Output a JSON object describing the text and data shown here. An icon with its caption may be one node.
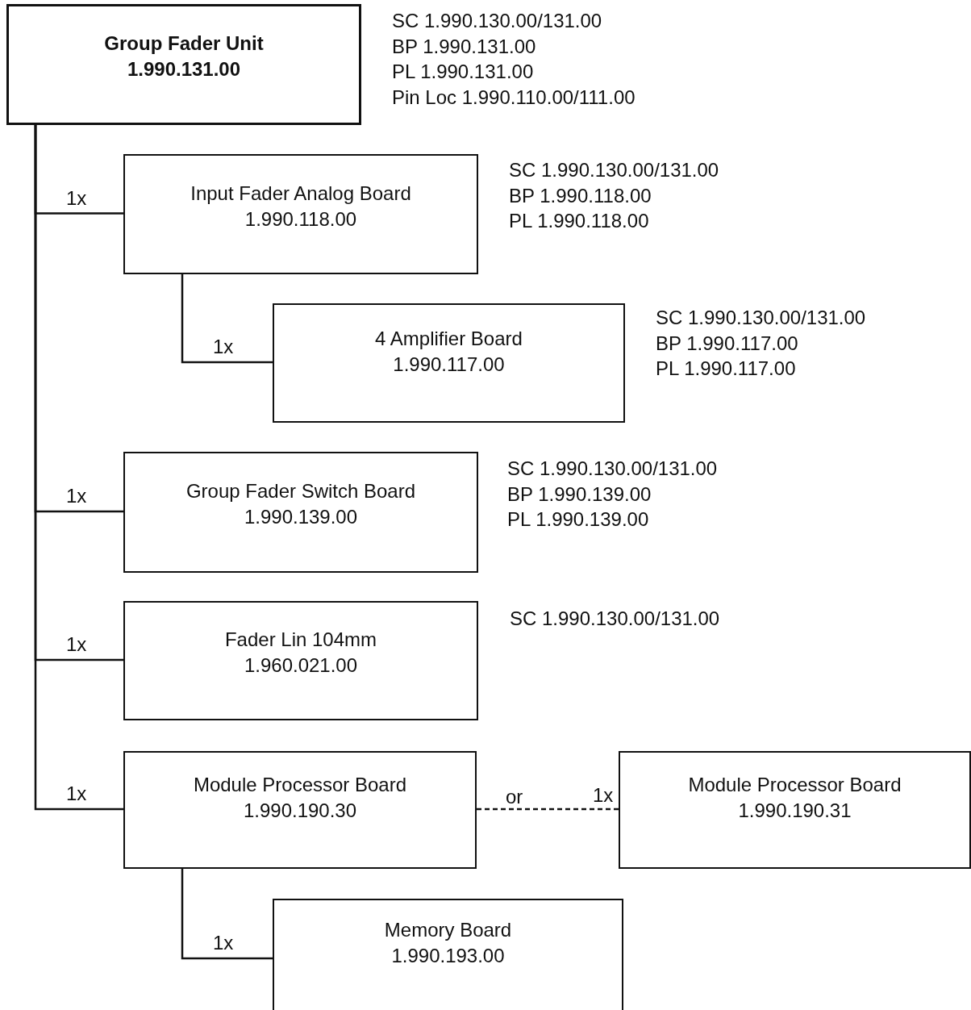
{
  "diagram": {
    "nodes": [
      {
        "text": [
          "Group Fader Unit",
          "1.990.131.00"
        ],
        "beside": [
          "SC 1.990.130.00/131.00",
          "BP 1.990.131.00",
          "PL 1.990.131.00",
          "Pin Loc 1.990.110.00/111.00"
        ]
      },
      {
        "text": [
          "Input Fader Analog Board",
          "1.990.118.00"
        ],
        "beside": [
          "SC 1.990.130.00/131.00",
          "BP 1.990.118.00",
          "PL 1.990.118.00"
        ]
      },
      {
        "text": [
          "4 Amplifier Board",
          "1.990.117.00"
        ],
        "beside": [
          "SC 1.990.130.00/131.00",
          "BP 1.990.117.00",
          "PL 1.990.117.00"
        ]
      },
      {
        "text": [
          "Group Fader Switch Board",
          "1.990.139.00"
        ],
        "beside": [
          "SC 1.990.130.00/131.00",
          "BP 1.990.139.00",
          "PL 1.990.139.00"
        ]
      },
      {
        "text": [
          "Fader Lin 104mm",
          "1.960.021.00"
        ],
        "beside": [
          "SC 1.990.130.00/131.00"
        ]
      },
      {
        "text": [
          "Module Processor Board",
          "1.990.190.30"
        ]
      },
      {
        "text": [
          "Module Processor Board",
          "1.990.190.31"
        ]
      },
      {
        "text": [
          "Memory Board",
          "1.990.193.00"
        ]
      }
    ],
    "edges": [
      {
        "from": 0,
        "to": 1,
        "arrow": "none",
        "label": "1x"
      },
      {
        "from": 1,
        "to": 2,
        "arrow": "none",
        "label": "1x"
      },
      {
        "from": 0,
        "to": 3,
        "arrow": "none",
        "label": "1x"
      },
      {
        "from": 0,
        "to": 4,
        "arrow": "none",
        "label": "1x"
      },
      {
        "from": 0,
        "to": 5,
        "arrow": "none",
        "label": "1x"
      },
      {
        "from": 5,
        "to": 6,
        "arrow": "none",
        "label": "1x",
        "style": "dashed"
      },
      {
        "from": 5,
        "to": 7,
        "arrow": "none",
        "label": "1x"
      }
    ],
    "labels": [
      "or"
    ]
  }
}
